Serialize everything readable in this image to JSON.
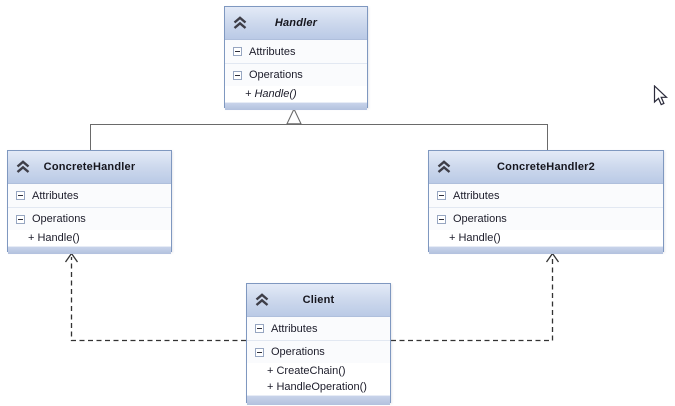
{
  "diagram": {
    "labels": {
      "attributes": "Attributes",
      "operations": "Operations"
    },
    "classes": {
      "handler": {
        "name": "Handler",
        "abstract": true,
        "methods": [
          "+ Handle()"
        ]
      },
      "concrete_handler": {
        "name": "ConcreteHandler",
        "abstract": false,
        "methods": [
          "+ Handle()"
        ]
      },
      "concrete_handler2": {
        "name": "ConcreteHandler2",
        "abstract": false,
        "methods": [
          "+ Handle()"
        ]
      },
      "client": {
        "name": "Client",
        "abstract": false,
        "methods": [
          "+ CreateChain()",
          "+ HandleOperation()"
        ]
      }
    },
    "relationships": [
      {
        "type": "inheritance",
        "from": "ConcreteHandler",
        "to": "Handler"
      },
      {
        "type": "inheritance",
        "from": "ConcreteHandler2",
        "to": "Handler"
      },
      {
        "type": "dashed-dependency",
        "from": "Client",
        "to": "ConcreteHandler"
      },
      {
        "type": "dashed-dependency",
        "from": "Client",
        "to": "ConcreteHandler2"
      }
    ],
    "icons": {
      "header_collapse": "double-chevron-up",
      "section_collapse": "minus-box"
    },
    "colors": {
      "header_top": "#E3EAF7",
      "header_bottom": "#BACAE6",
      "box_border": "#7F98C0",
      "footer": "#BCC9E3",
      "row_separator": "#E2E8F2",
      "inheritance_line": "#6A6A6A",
      "dashed_line": "#333333",
      "text": "#1C1C2A"
    }
  }
}
